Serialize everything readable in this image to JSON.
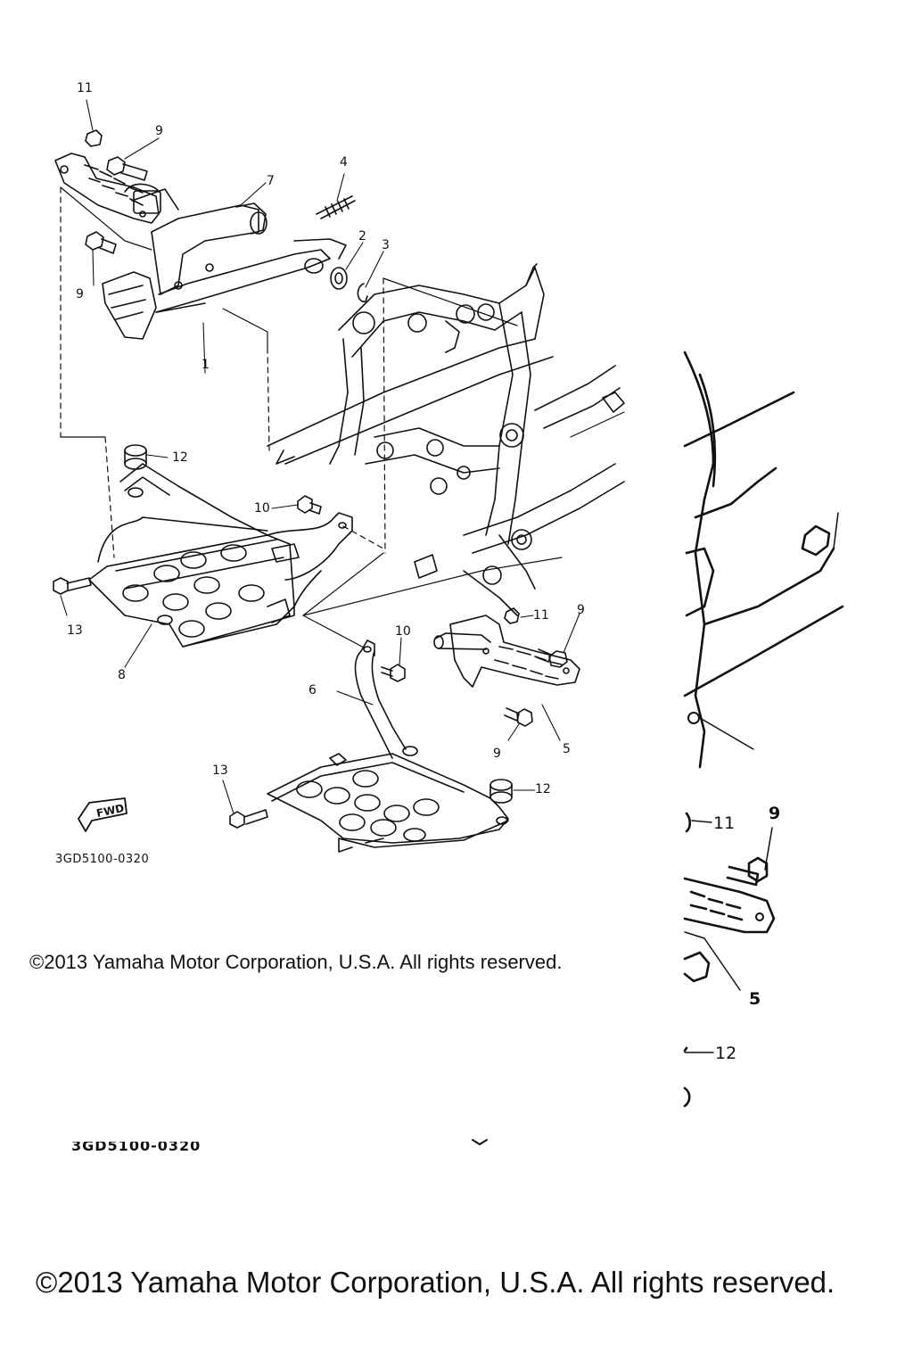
{
  "callouts": {
    "c1": "1",
    "c2": "2",
    "c3": "3",
    "c4": "4",
    "c5": "5",
    "c6": "6",
    "c7": "7",
    "c8": "8",
    "c9": "9",
    "c10": "10",
    "c11": "11",
    "c12": "12",
    "c13": "13"
  },
  "callouts_zoom": {
    "c5": "5",
    "c9": "9",
    "c11": "11",
    "c12": "12"
  },
  "fwd_label": "FWD",
  "drawing_code": "3GD5100-0320",
  "drawing_code_zoom": "3GD5100-0320",
  "copyright_small": "©2013 Yamaha Motor Corporation, U.S.A. All rights reserved.",
  "copyright_large": "©2013 Yamaha Motor Corporation, U.S.A. All rights reserved.",
  "colors": {
    "line": "#111111",
    "background": "#ffffff",
    "watermark": "#c9c9c9"
  }
}
